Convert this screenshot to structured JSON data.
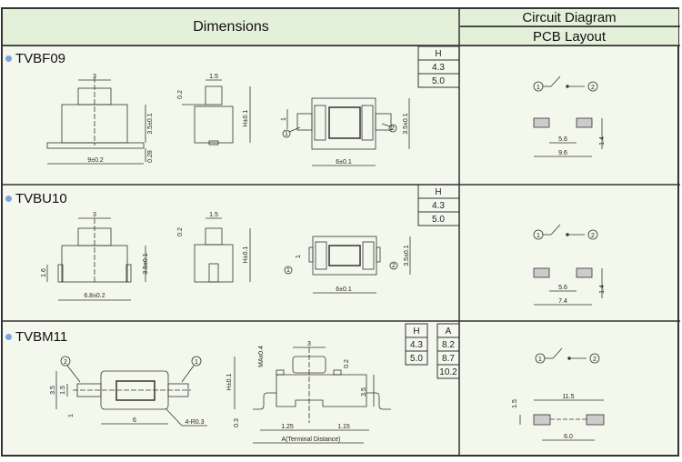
{
  "header": {
    "dimensions": "Dimensions",
    "circuit_diagram": "Circuit Diagram",
    "pcb_layout": "PCB Layout"
  },
  "colors": {
    "header_bg": "#e4f1da",
    "cell_bg": "#f4f8ec",
    "bullet": "#7aa4e0"
  },
  "circuit": {
    "pin1": "1",
    "pin2": "2"
  },
  "sections": [
    {
      "name": "TVBF09",
      "h_header": "H",
      "h_values": [
        "4.3",
        "5.0"
      ],
      "dims": {
        "top_w": "3",
        "body_h": "3.5±0.1",
        "base_t": "0.28",
        "base_w": "9±0.2",
        "side_top": "1.5",
        "side_gap": "0.2",
        "side_h": "H±0.1",
        "lead_w": "1",
        "top_body_w": "6±0.1",
        "top_body_h": "3.5±0.1"
      },
      "pcb": {
        "gap": "5.6",
        "total": "9.6",
        "pad_h": "1.4"
      }
    },
    {
      "name": "TVBU10",
      "h_header": "H",
      "h_values": [
        "4.3",
        "5.0"
      ],
      "dims": {
        "top_w": "3",
        "body_h": "3.5±0.1",
        "leg_h": "1.6",
        "base_w": "6.8±0.2",
        "side_top": "1.5",
        "side_gap": "0.2",
        "side_h": "H±0.1",
        "lead_w": "1",
        "top_body_w": "6±0.1",
        "top_body_h": "3.5±0.1"
      },
      "pcb": {
        "gap": "5.6",
        "total": "7.4",
        "pad_h": "1.4"
      }
    },
    {
      "name": "TVBM11",
      "h_header": "H",
      "h_values": [
        "4.3",
        "5.0"
      ],
      "a_header": "A",
      "a_values": [
        "8.2",
        "8.7",
        "10.2"
      ],
      "dims": {
        "body_h": "3.5",
        "lead_w": "1.5",
        "lead_off": "1",
        "body_w": "6",
        "radius": "4-R0.3",
        "max": "MAx0.4",
        "top_w": "3",
        "gap": "0.2",
        "side_h": "H±0.1",
        "side_body": "3.5",
        "foot": "0.3",
        "left": "1.25",
        "right": "1.15",
        "terminal": "A(Terminal Distance)"
      },
      "pcb": {
        "total": "11.5",
        "pitch": "6.0",
        "pad_h": "1.5"
      }
    }
  ]
}
